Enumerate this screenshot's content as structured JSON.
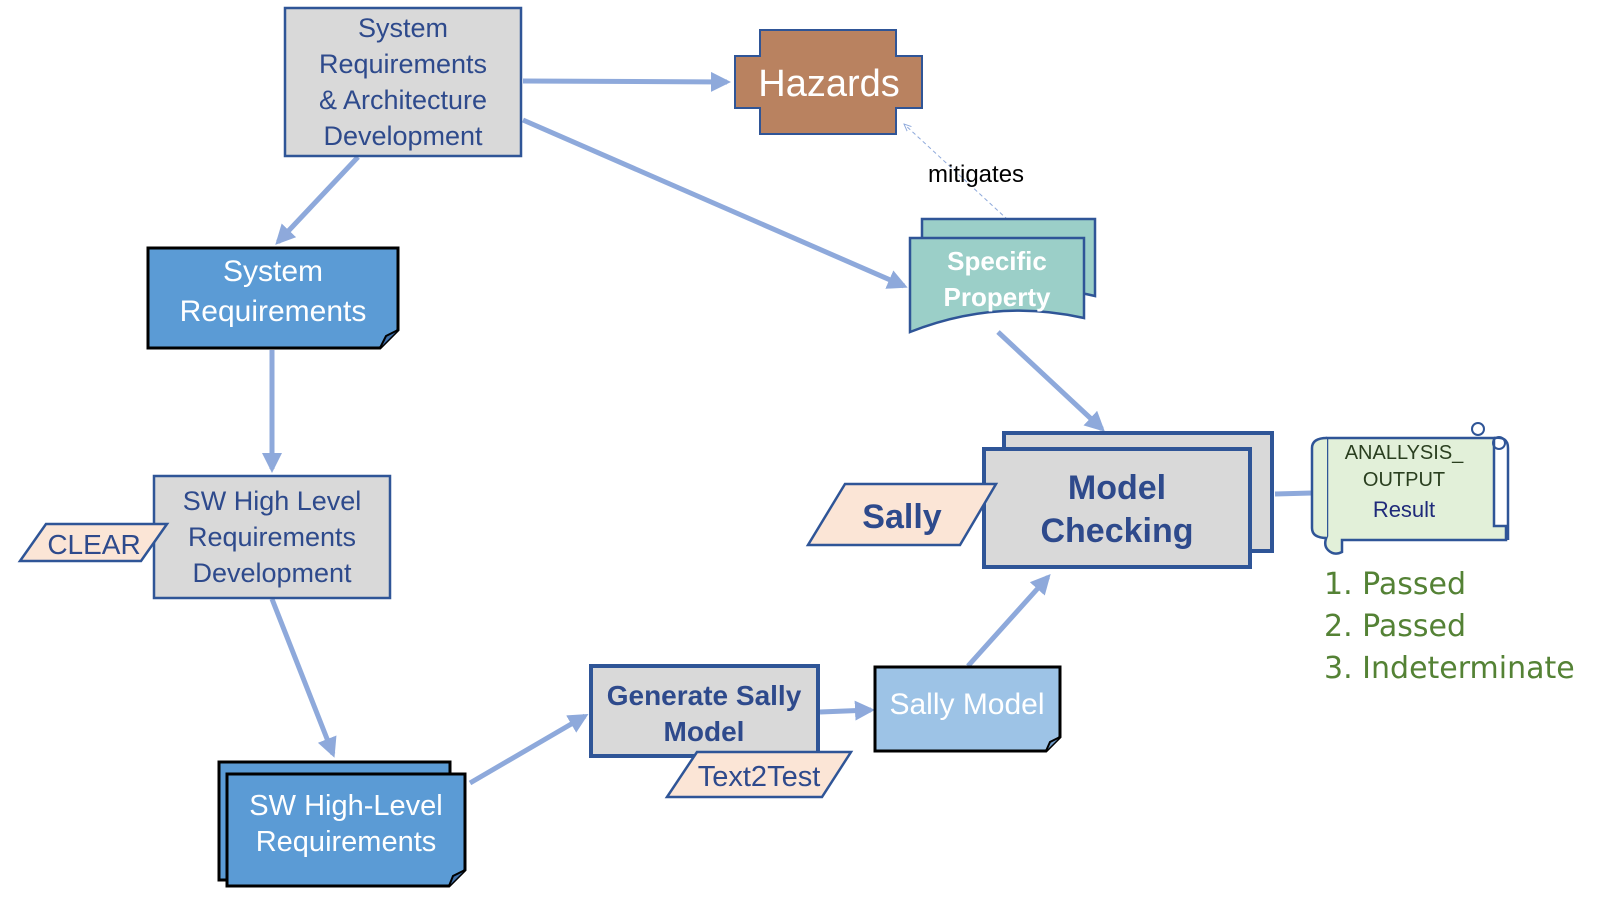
{
  "colors": {
    "arrow": "#8EA9DB",
    "gray_box": "#D9D9D9",
    "navy": "#2F5597",
    "blue_box": "#5B9BD5",
    "light_blue_box": "#9DC3E6",
    "hazard": "#B98260",
    "teal_doc": "#9BCFC8",
    "peach_tag": "#FBE5D6",
    "scroll": "#E2F0D9",
    "green_text": "#548235"
  },
  "nodes": {
    "sys_req_arch": {
      "lines": [
        "System",
        "Requirements",
        "& Architecture",
        "Development"
      ]
    },
    "hazards": {
      "label": "Hazards"
    },
    "system_requirements": {
      "lines": [
        "System",
        "Requirements"
      ]
    },
    "specific_property": {
      "lines": [
        "Specific",
        "Property"
      ]
    },
    "sw_hlr_dev": {
      "lines": [
        "SW High Level",
        "Requirements",
        "Development"
      ]
    },
    "clear_tag": {
      "label": "CLEAR"
    },
    "model_checking": {
      "lines": [
        "Model",
        "Checking"
      ]
    },
    "sally_tag": {
      "label": "Sally"
    },
    "analysis_output": {
      "lines": [
        "ANALLYSIS_",
        "OUTPUT"
      ],
      "result_label": "Result"
    },
    "generate_sally_model": {
      "lines": [
        "Generate Sally",
        "Model"
      ]
    },
    "text2test_tag": {
      "label": "Text2Test"
    },
    "sally_model": {
      "label": "Sally Model"
    },
    "sw_hl_requirements": {
      "lines": [
        "SW High-Level",
        "Requirements"
      ]
    }
  },
  "edges": {
    "mitigates_label": "mitigates"
  },
  "results": [
    "1. Passed",
    "2. Passed",
    "3. Indeterminate"
  ]
}
